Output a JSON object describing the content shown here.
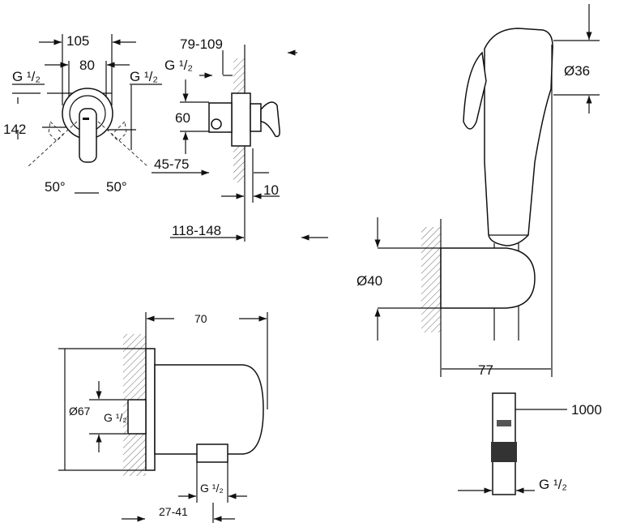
{
  "front_view": {
    "width_outer": "105",
    "width_inner": "80",
    "g_left": "G ¹/₂",
    "g_right": "G ¹/₂",
    "height": "142",
    "angle_left": "50°",
    "angle_right": "50°"
  },
  "side_view": {
    "depth_range": "79-109",
    "g": "G ¹/₂",
    "offset": "60",
    "range_45_75": "45-75",
    "wall_gap": "10",
    "total_range": "118-148"
  },
  "hand_shower": {
    "diameter_head": "Ø36",
    "diameter_holder": "Ø40",
    "holder_depth": "77",
    "hose_length": "1000",
    "hose_thread": "G ¹/₂"
  },
  "wall_outlet": {
    "width": "70",
    "diameter": "Ø67",
    "g_inlet": "G ¹/₂",
    "g_outlet": "G ¹/₂",
    "range": "27-41"
  }
}
